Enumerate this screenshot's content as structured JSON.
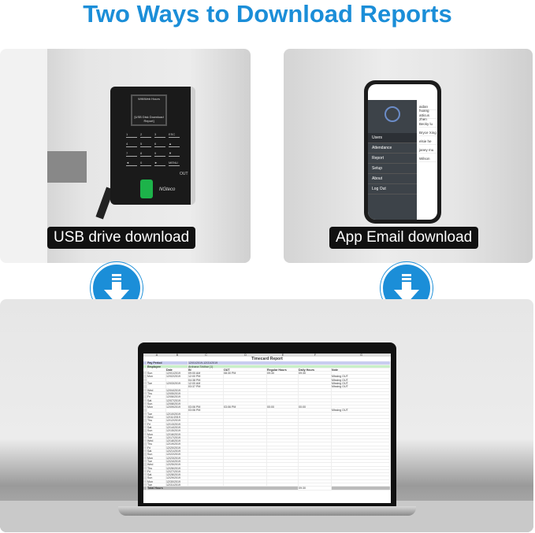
{
  "title": "Two Ways to Download Reports",
  "labels": {
    "usb": "USB drive download",
    "app": "App Email download"
  },
  "device": {
    "screen_title": "Wifi/Web Hours",
    "screen_caption": "[USB Disk Download Report]",
    "keys": [
      "1",
      "2",
      "3",
      "ESC",
      "4",
      "5",
      "6",
      "▲",
      "7",
      "8",
      "9",
      "▼",
      "◄",
      "0",
      "►",
      "MENU"
    ],
    "out_label": "OUT",
    "brand": "NGteco"
  },
  "phone": {
    "menu": [
      "Users",
      "Attendance",
      "Report",
      "Setup",
      "About",
      "Log Out"
    ],
    "names": [
      "aidan huang",
      "atticus zhen",
      "Becky lu",
      "Bryce Xing",
      "elsie he",
      "janey mu",
      "Wilson"
    ]
  },
  "sheet": {
    "title": "Timecard Report",
    "columns": [
      "A",
      "B",
      "C",
      "D",
      "E",
      "F",
      "G"
    ],
    "pay_period_label": "Pay Period",
    "pay_period": "12/01/2019-12/31/2019",
    "employee_label": "Employee",
    "employee": "Archana Sridhar (1)",
    "headers": [
      "",
      "Date",
      "IN",
      "OUT",
      "Regular Hours",
      "Daily Hours",
      "Note"
    ],
    "rows": [
      [
        "Sun",
        "12/01/2019",
        "09:00 AM",
        "08:30 PM",
        "09:30",
        "09:30",
        ""
      ],
      [
        "Mon",
        "12/02/2019",
        "12:00 PM",
        "",
        "",
        "",
        "Missing OUT"
      ],
      [
        "",
        "",
        "04:38 PM",
        "",
        "",
        "",
        "Missing OUT"
      ],
      [
        "Tue",
        "12/03/2019",
        "12:00 AM",
        "",
        "",
        "",
        "Missing OUT"
      ],
      [
        "",
        "",
        "03:37 PM",
        "",
        "",
        "",
        "Missing OUT"
      ],
      [
        "Wed",
        "12/04/2019",
        "",
        "",
        "",
        "",
        ""
      ],
      [
        "Thu",
        "12/05/2019",
        "",
        "",
        "",
        "",
        ""
      ],
      [
        "Fri",
        "12/06/2019",
        "",
        "",
        "",
        "",
        ""
      ],
      [
        "Sat",
        "12/07/2019",
        "",
        "",
        "",
        "",
        ""
      ],
      [
        "Sun",
        "12/08/2019",
        "",
        "",
        "",
        "",
        ""
      ],
      [
        "Mon",
        "12/09/2019",
        "03:06 PM",
        "03:06 PM",
        "00:00",
        "00:00",
        ""
      ],
      [
        "",
        "",
        "03:06 PM",
        "",
        "",
        "",
        "Missing OUT"
      ],
      [
        "Tue",
        "12/10/2019",
        "",
        "",
        "",
        "",
        ""
      ],
      [
        "Wed",
        "12/11/2019",
        "",
        "",
        "",
        "",
        ""
      ],
      [
        "Thu",
        "12/12/2019",
        "",
        "",
        "",
        "",
        ""
      ],
      [
        "Fri",
        "12/13/2019",
        "",
        "",
        "",
        "",
        ""
      ],
      [
        "Sat",
        "12/14/2019",
        "",
        "",
        "",
        "",
        ""
      ],
      [
        "Sun",
        "12/15/2019",
        "",
        "",
        "",
        "",
        ""
      ],
      [
        "Mon",
        "12/16/2019",
        "",
        "",
        "",
        "",
        ""
      ],
      [
        "Tue",
        "12/17/2019",
        "",
        "",
        "",
        "",
        ""
      ],
      [
        "Wed",
        "12/18/2019",
        "",
        "",
        "",
        "",
        ""
      ],
      [
        "Thu",
        "12/19/2019",
        "",
        "",
        "",
        "",
        ""
      ],
      [
        "Fri",
        "12/20/2019",
        "",
        "",
        "",
        "",
        ""
      ],
      [
        "Sat",
        "12/21/2019",
        "",
        "",
        "",
        "",
        ""
      ],
      [
        "Sun",
        "12/22/2019",
        "",
        "",
        "",
        "",
        ""
      ],
      [
        "Mon",
        "12/23/2019",
        "",
        "",
        "",
        "",
        ""
      ],
      [
        "Tue",
        "12/24/2019",
        "",
        "",
        "",
        "",
        ""
      ],
      [
        "Wed",
        "12/25/2019",
        "",
        "",
        "",
        "",
        ""
      ],
      [
        "Thu",
        "12/26/2019",
        "",
        "",
        "",
        "",
        ""
      ],
      [
        "Fri",
        "12/27/2019",
        "",
        "",
        "",
        "",
        ""
      ],
      [
        "Sat",
        "12/28/2019",
        "",
        "",
        "",
        "",
        ""
      ],
      [
        "Sun",
        "12/29/2019",
        "",
        "",
        "",
        "",
        ""
      ],
      [
        "Mon",
        "12/30/2019",
        "",
        "",
        "",
        "",
        ""
      ],
      [
        "Tue",
        "12/31/2019",
        "",
        "",
        "",
        "",
        ""
      ]
    ],
    "total_label": "Total Hours",
    "total": "09:30"
  },
  "colors": {
    "accent": "#1b8ed8"
  }
}
